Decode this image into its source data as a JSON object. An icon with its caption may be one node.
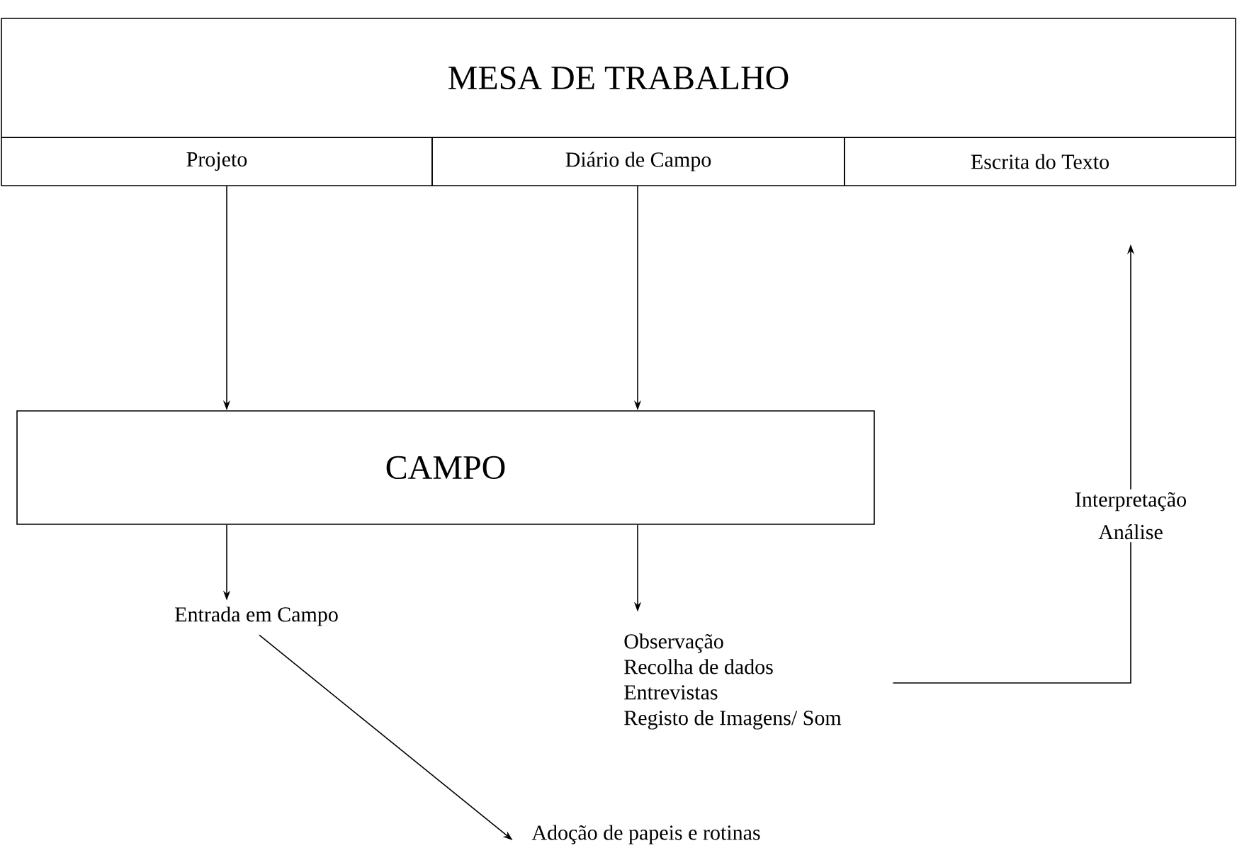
{
  "diagram": {
    "nodes": [
      {
        "text": [
          "MESA DE TRABALHO"
        ]
      },
      {
        "text": [
          "Projeto"
        ]
      },
      {
        "text": [
          "Diário de Campo"
        ]
      },
      {
        "text": [
          "Escrita do Texto"
        ]
      },
      {
        "text": [
          "CAMPO"
        ]
      },
      {
        "text": [
          "Entrada em Campo"
        ]
      },
      {
        "text": [
          "Observação",
          "Recolha de dados",
          "Entrevistas",
          "Registo de Imagens/ Som"
        ]
      },
      {
        "text": [
          "Adoção de papeis e rotinas"
        ]
      }
    ],
    "edges": [
      {
        "from": 1,
        "to": 4,
        "arrow": "to"
      },
      {
        "from": 2,
        "to": 4,
        "arrow": "to"
      },
      {
        "from": 4,
        "to": 5,
        "arrow": "to"
      },
      {
        "from": 4,
        "to": 6,
        "arrow": "to"
      },
      {
        "from": 5,
        "to": 7,
        "arrow": "to"
      },
      {
        "from": 6,
        "to": 3,
        "arrow": "to",
        "label": "Interpretação Análise"
      }
    ]
  }
}
